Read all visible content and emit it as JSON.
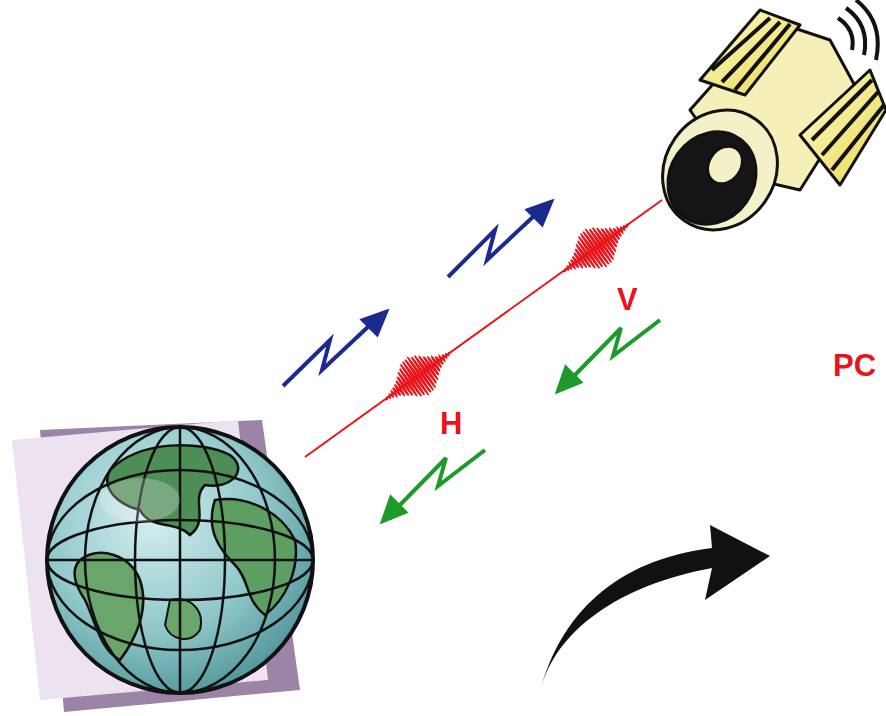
{
  "diagram": {
    "labels": [
      "H",
      "V",
      "PC"
    ]
  }
}
